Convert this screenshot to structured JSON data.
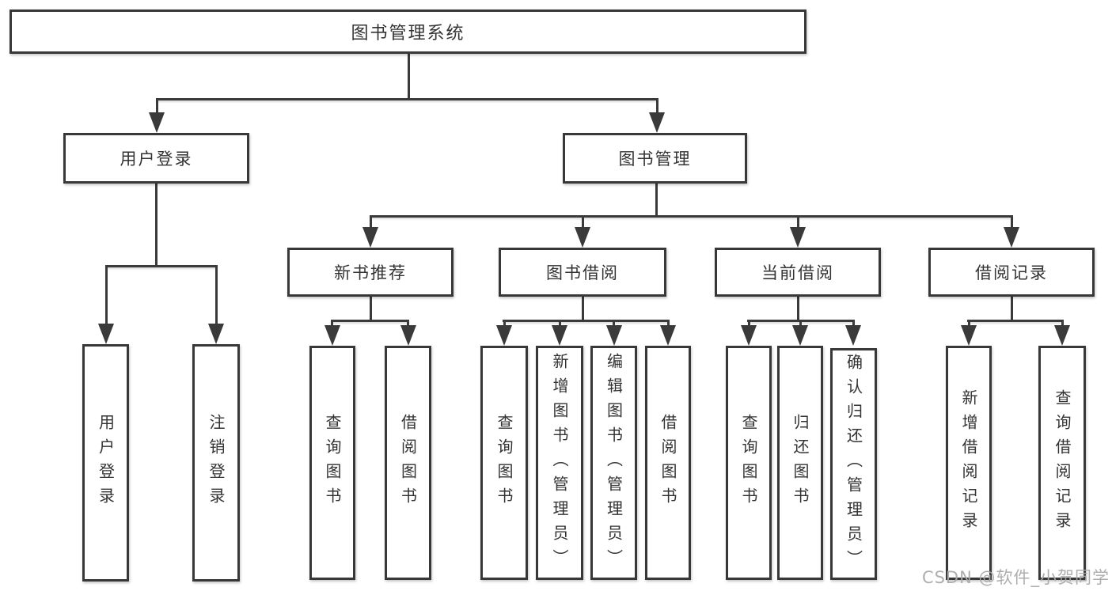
{
  "diagram": {
    "root": {
      "label": "图书管理系统"
    },
    "level2": {
      "user_login": {
        "label": "用户登录"
      },
      "book_mgmt": {
        "label": "图书管理"
      }
    },
    "level3": {
      "new_book": {
        "label": "新书推荐"
      },
      "book_borrow": {
        "label": "图书借阅"
      },
      "current_borrow": {
        "label": "当前借阅"
      },
      "borrow_records": {
        "label": "借阅记录"
      }
    },
    "leaves": {
      "user_login": [
        "用户登录",
        "注销登录"
      ],
      "new_book": [
        "查询图书",
        "借阅图书"
      ],
      "book_borrow": [
        "查询图书",
        "新增图书（管理员）",
        "编辑图书（管理员）",
        "借阅图书"
      ],
      "current_borrow": [
        "查询图书",
        "归还图书",
        "确认归还（管理员）"
      ],
      "borrow_records": [
        "新增借阅记录",
        "查询借阅记录"
      ]
    },
    "watermark": "CSDN @软件_小贺同学",
    "colors": {
      "line": "#3a3a3a",
      "border": "#383838",
      "text": "#333333",
      "watermark": "#aaaaaa",
      "background": "#ffffff"
    }
  }
}
